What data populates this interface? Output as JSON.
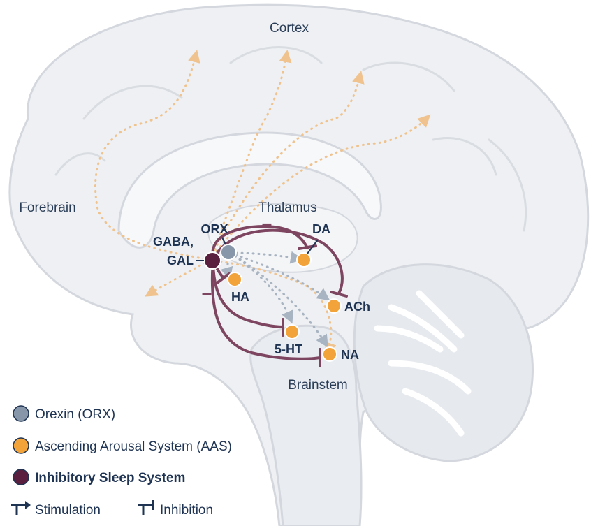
{
  "regions": {
    "cortex": "Cortex",
    "forebrain": "Forebrain",
    "thalamus": "Thalamus",
    "brainstem": "Brainstem"
  },
  "nodes": {
    "orx": "ORX",
    "gaba_gal_line1": "GABA,",
    "gaba_gal_line2": "GAL",
    "da": "DA",
    "ha": "HA",
    "ach": "ACh",
    "serotonin": "5-HT",
    "na": "NA"
  },
  "inhibition_marks": [
    "–",
    "–"
  ],
  "legend": {
    "orexin": "Orexin (ORX)",
    "aas": "Ascending Arousal System (AAS)",
    "inhibitory": "Inhibitory Sleep System",
    "stimulation": "Stimulation",
    "inhibition": "Inhibition"
  },
  "colors": {
    "brain_fill": "#eef0f3",
    "brain_outline": "#d4d8de",
    "orexin": "#8796a8",
    "aas": "#f2a33a",
    "inhibitory": "#5a1f3e",
    "pathway": "#7d4560",
    "arousal_dots": "#f0c38e",
    "orexin_dots": "#a8b4c2",
    "text": "#1f3453"
  },
  "icons": {
    "stimulation": "stimulation-arrow-icon",
    "inhibition": "inhibition-bar-icon"
  }
}
